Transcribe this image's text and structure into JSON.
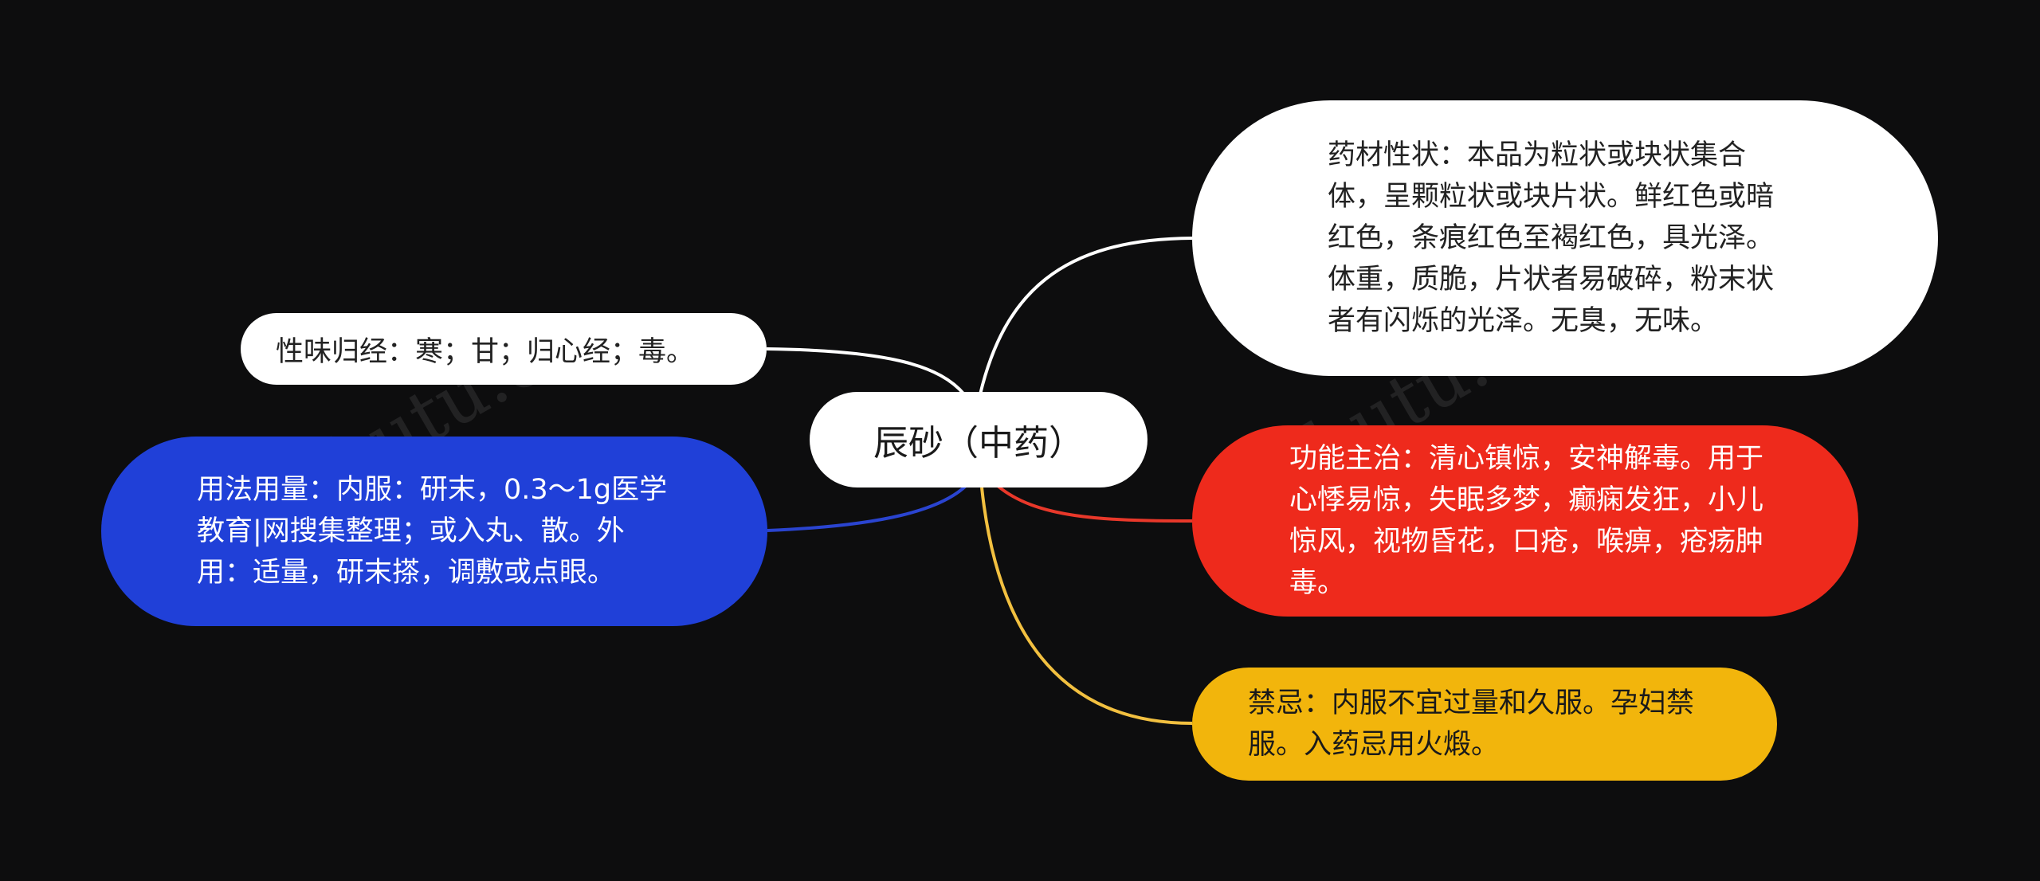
{
  "center": {
    "label": "辰砂（中药）"
  },
  "branches": {
    "props": {
      "text": "药材性状：本品为粒状或块状集合体，呈颗粒状或块片状。鲜红色或暗红色，条痕红色至褐红色，具光泽。体重，质脆，片状者易破碎，粉末状者有闪烁的光泽。无臭，无味。",
      "fill": "#ffffff",
      "edge": "#ffffff"
    },
    "nature": {
      "text": "性味归经：寒；甘；归心经；毒。",
      "fill": "#ffffff",
      "edge": "#ffffff"
    },
    "usage": {
      "text": "用法用量：内服：研末，0.3～1g医学教育|网搜集整理；或入丸、散。外用：适量，研末搽，调敷或点眼。",
      "fill": "#2040d8",
      "edge": "#2a44d0"
    },
    "functions": {
      "text": "功能主治：清心镇惊，安神解毒。用于心悸易惊，失眠多梦，癫痫发狂，小儿惊风，视物昏花，口疮，喉痹，疮疡肿毒。",
      "fill": "#ee2a1c",
      "edge": "#e8382a"
    },
    "taboo": {
      "text": "禁忌：内服不宜过量和久服。孕妇禁服。入药忌用火煅。",
      "fill": "#f2b50c",
      "edge": "#f2c040"
    }
  },
  "watermark": "shutu.cn"
}
